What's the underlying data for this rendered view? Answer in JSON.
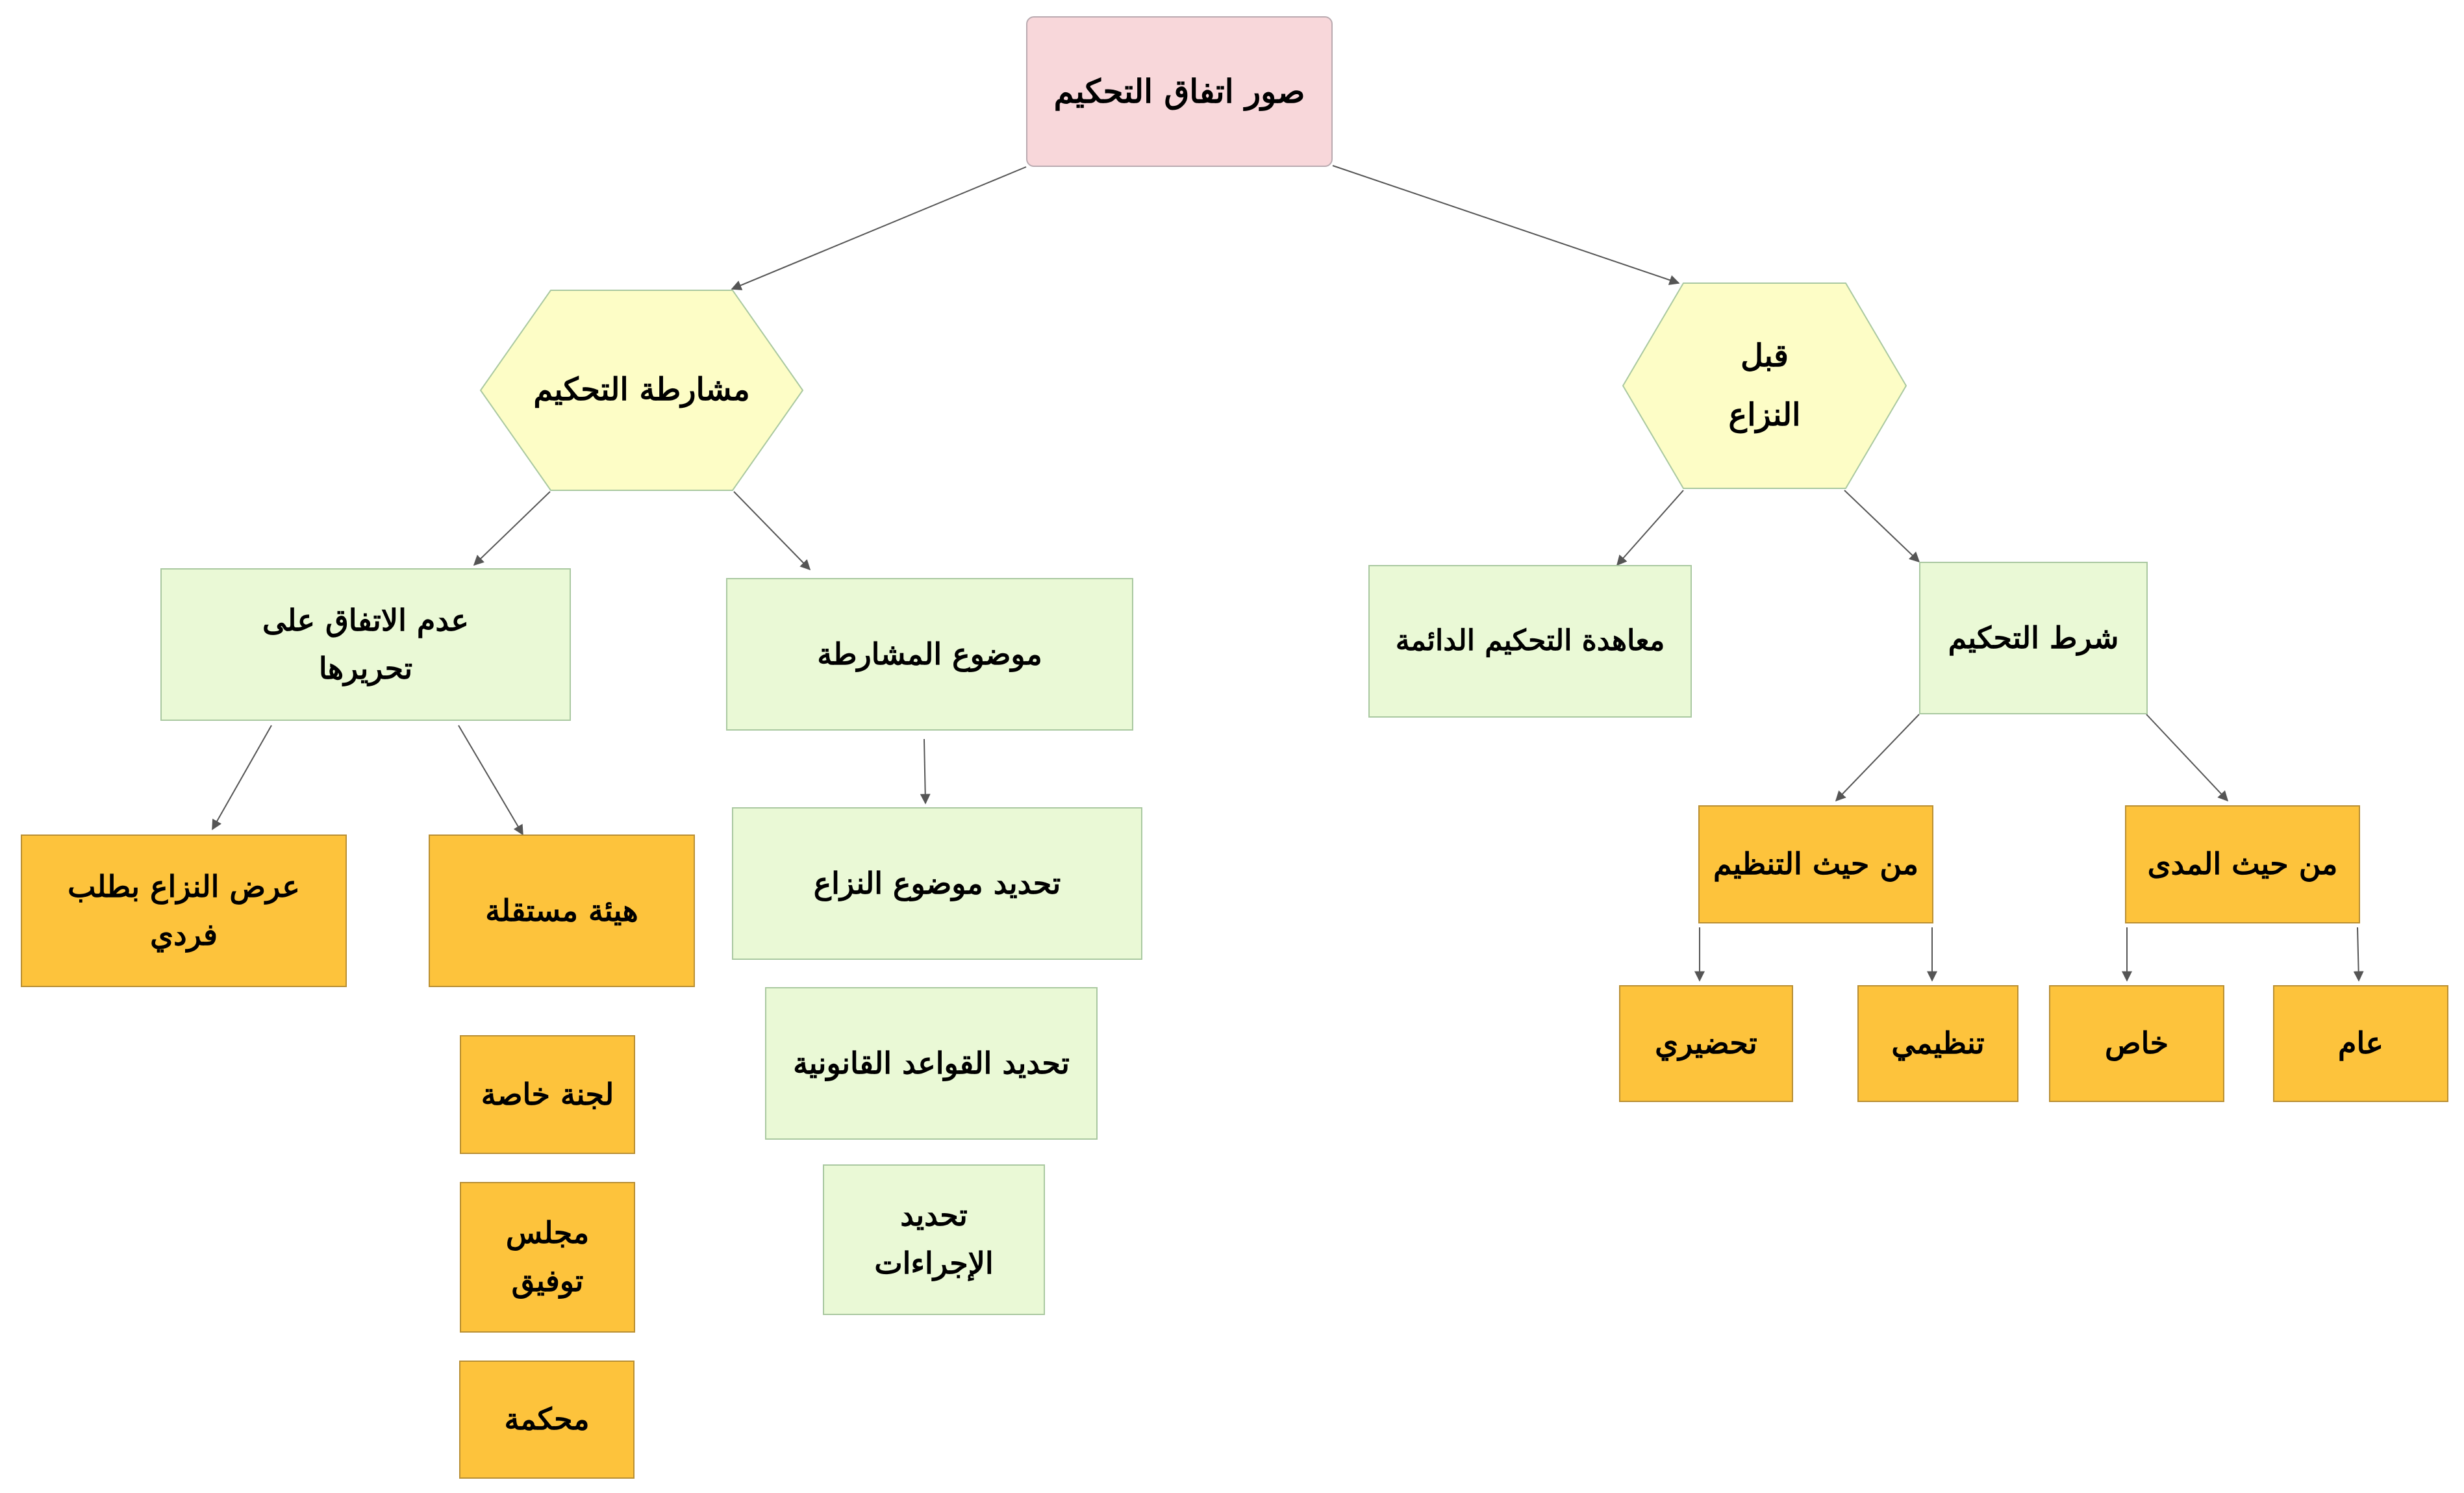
{
  "diagram": {
    "root": "صور اتفاق التحكيم",
    "before_dispute": "قبل\nالنزاع",
    "arbitration_agreement": "مشارطة التحكيم",
    "arbitration_clause": "شرط التحكيم",
    "permanent_treaty": "معاهدة  التحكيم الدائمة",
    "subject_of_agreement": "موضوع المشارطة",
    "failure_to_agree": "عدم الاتفاق على\nتحريرها",
    "by_scope": "من حيث المدى",
    "by_organization": "من حيث التنظيم",
    "general": "عام",
    "special": "خاص",
    "organizational": "تنظيمي",
    "preparatory": "تحضيري",
    "define_subject": "تحديد موضوع النزاع",
    "define_rules": "تحديد القواعد القانونية",
    "define_procedures": "تحديد\nالإجراءات",
    "independent_body": "هيئة مستقلة",
    "individual_request": "عرض النزاع بطلب\nفردي",
    "special_committee": "لجنة خاصة",
    "conciliation_council": "مجلس\nتوفيق",
    "court": "محكمة"
  },
  "colors": {
    "root_fill": "#f8d7da",
    "hexagon_fill": "#fdfdc6",
    "green_fill": "#eaf9d6",
    "orange_fill": "#fdc33c",
    "edge": "#555555"
  }
}
